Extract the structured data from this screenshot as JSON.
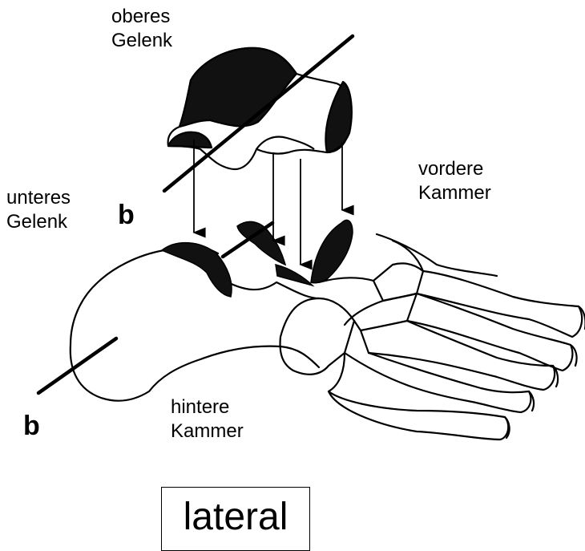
{
  "labels": {
    "upper_joint": [
      "oberes",
      "Gelenk"
    ],
    "lower_joint": [
      "unteres",
      "Gelenk"
    ],
    "front_chamber": [
      "vordere",
      "Kammer"
    ],
    "rear_chamber": [
      "hintere",
      "Kammer"
    ],
    "axis_top": "b",
    "axis_bottom": "b"
  },
  "view_label": "lateral",
  "colors": {
    "ink": "#000000",
    "cartilage": "#111111",
    "background": "#ffffff"
  }
}
